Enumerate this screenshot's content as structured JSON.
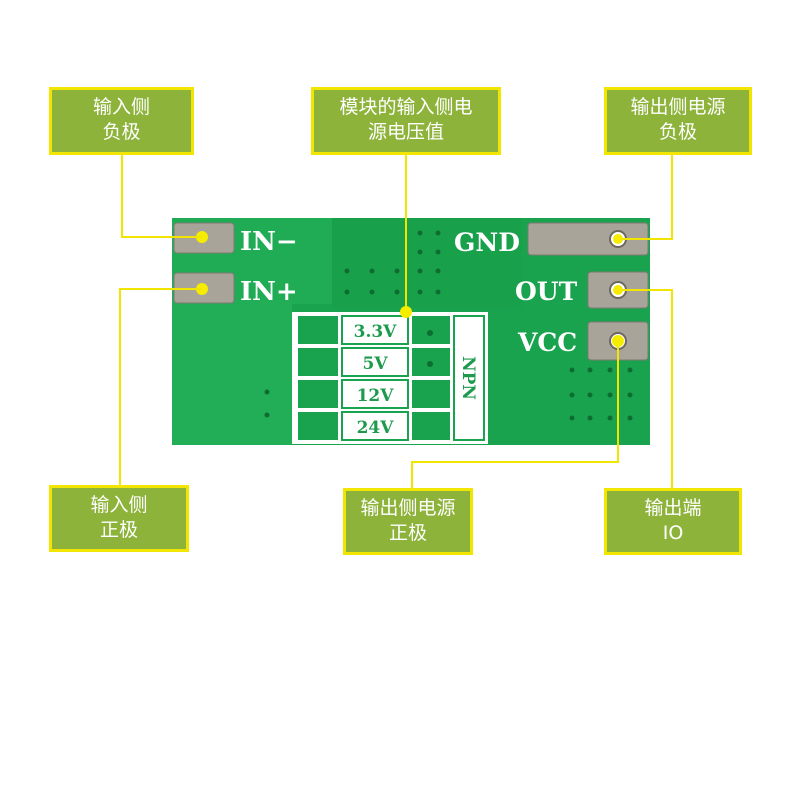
{
  "board": {
    "pin_labels": {
      "in_minus": "IN−",
      "in_plus": "IN+",
      "gnd": "GND",
      "out": "OUT",
      "vcc": "VCC"
    },
    "voltage_table": [
      "3.3V",
      "5V",
      "12V",
      "24V"
    ],
    "npn_label": "NPN"
  },
  "callouts": {
    "input_negative": [
      "输入侧",
      "负极"
    ],
    "module_input_voltage": [
      "模块的输入侧电",
      "源电压值"
    ],
    "output_power_negative": [
      "输出侧电源",
      "负极"
    ],
    "input_positive": [
      "输入侧",
      "正极"
    ],
    "output_power_positive": [
      "输出侧电源",
      "正极"
    ],
    "output_io": [
      "输出端",
      "IO"
    ]
  },
  "colors": {
    "pcb_green": "#1aa34e",
    "callout_fill": "#8db33a",
    "callout_border": "#f2e600",
    "leader_line": "#f2e600",
    "pad_metal": "#a9a49a"
  }
}
